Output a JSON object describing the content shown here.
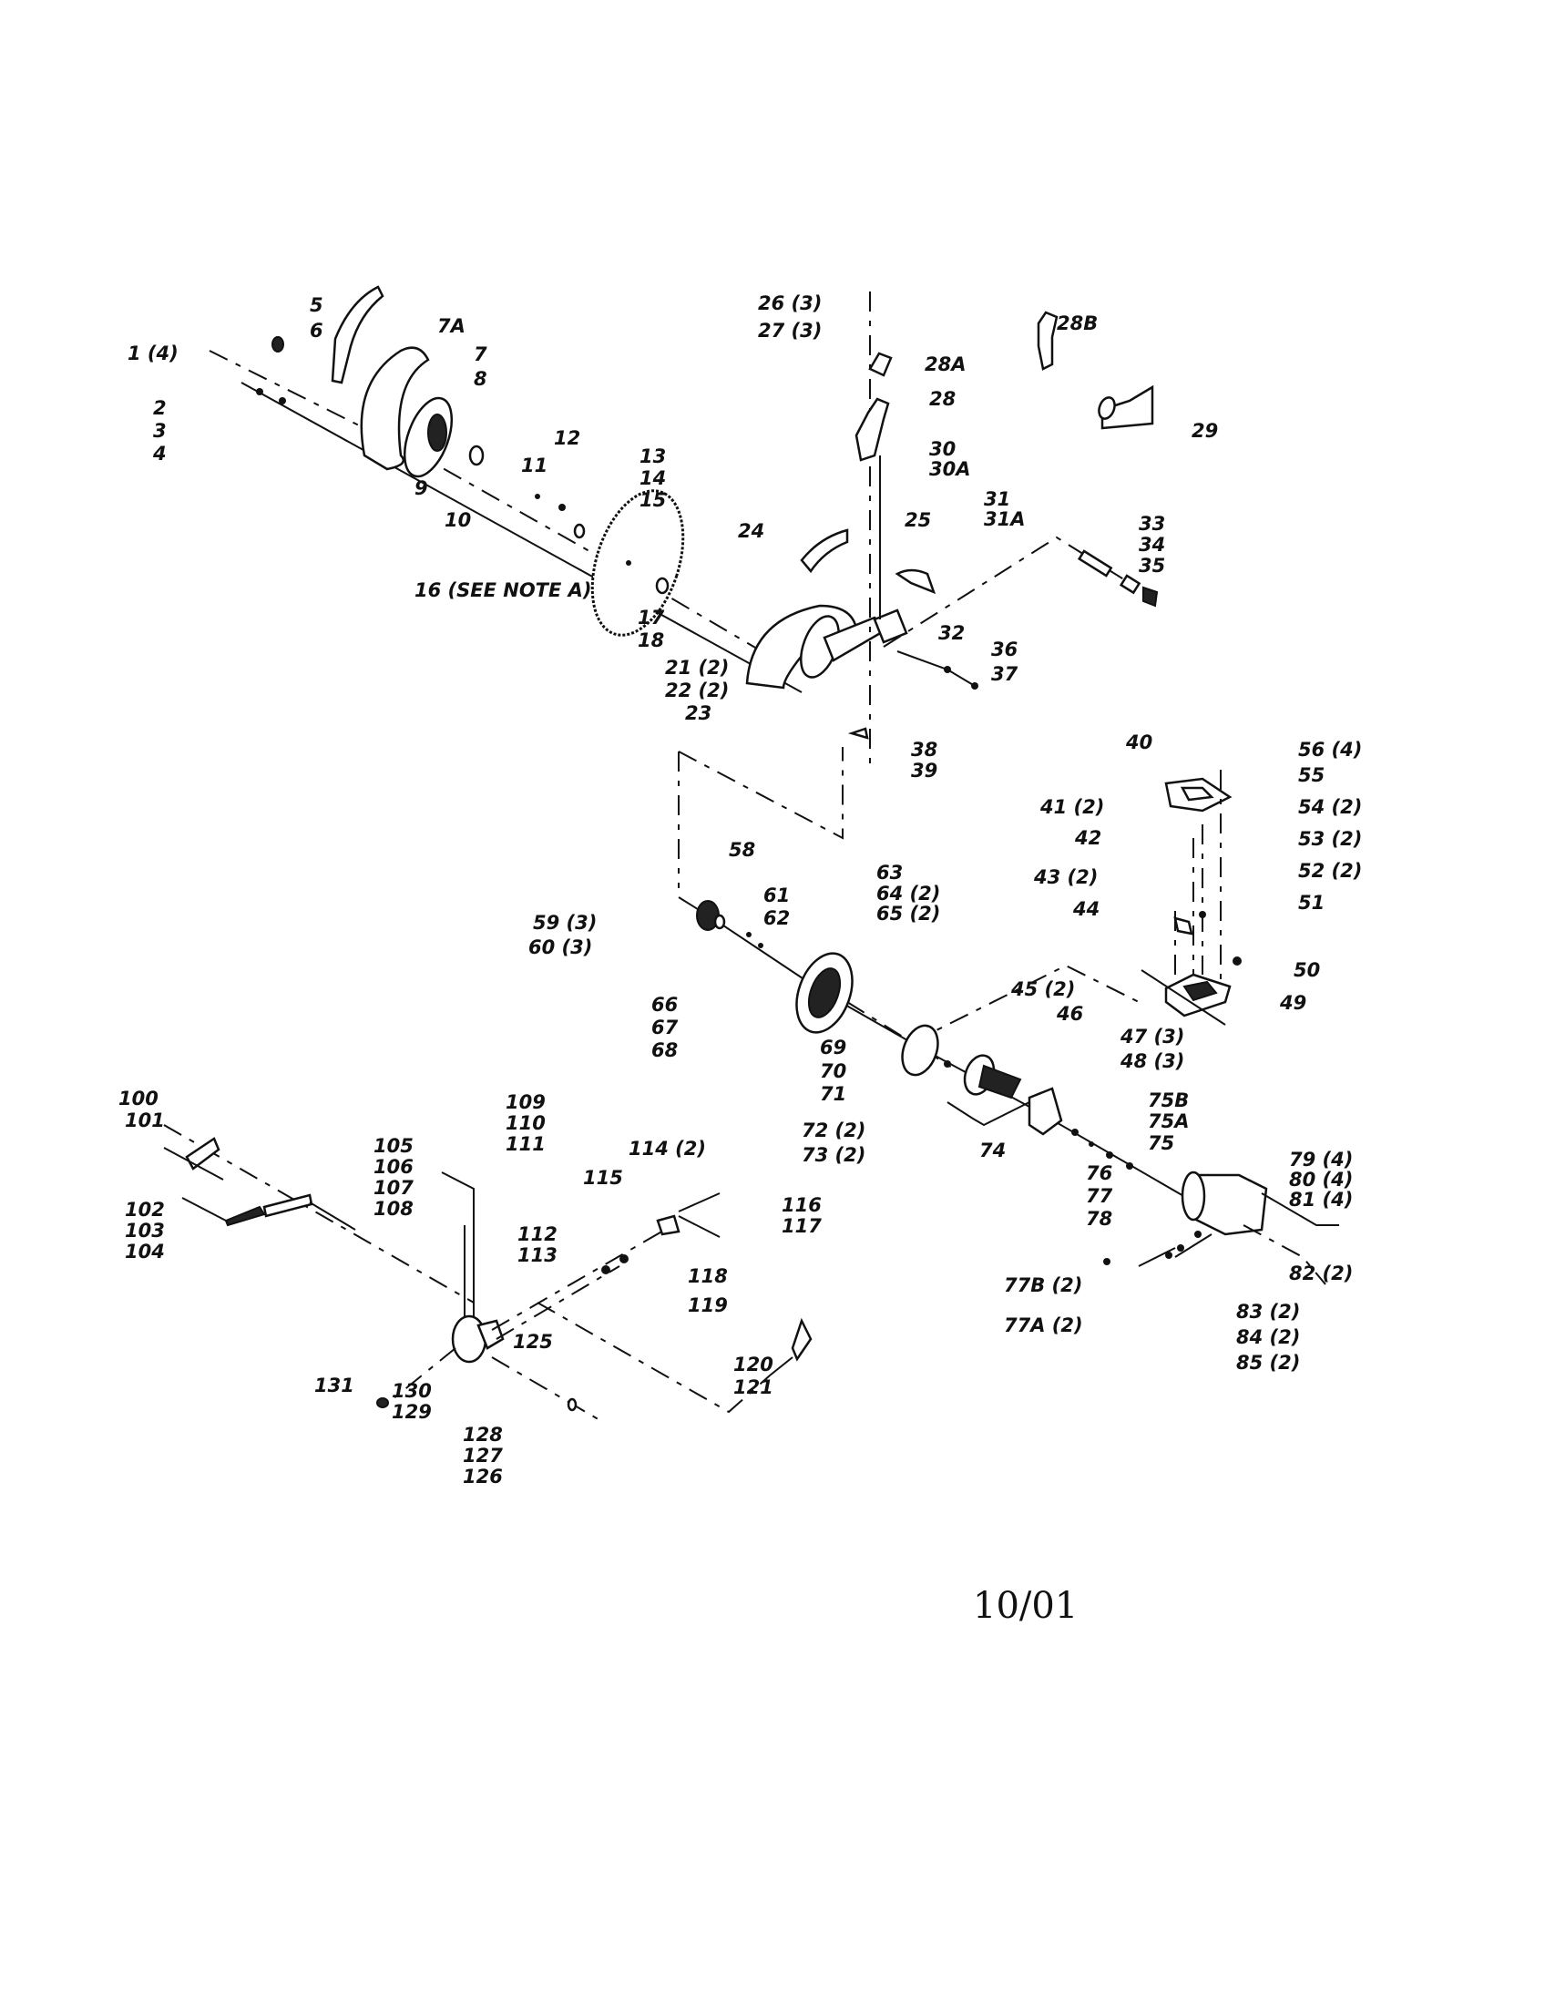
{
  "document": {
    "type": "exploded parts diagram",
    "date_code": "10/01"
  },
  "labels": {
    "l1": "1 (4)",
    "l2": "2",
    "l3": "3",
    "l4": "4",
    "l5": "5",
    "l6": "6",
    "l7A": "7A",
    "l7": "7",
    "l8": "8",
    "l9": "9",
    "l10": "10",
    "l11": "11",
    "l12": "12",
    "l13": "13",
    "l14": "14",
    "l15": "15",
    "l16": "16 (SEE NOTE A)",
    "l17": "17",
    "l18": "18",
    "l21": "21 (2)",
    "l22": "22 (2)",
    "l23": "23",
    "l24": "24",
    "l25": "25",
    "l26": "26 (3)",
    "l27": "27 (3)",
    "l28A": "28A",
    "l28": "28",
    "l28B": "28B",
    "l29": "29",
    "l30": "30",
    "l30A": "30A",
    "l31": "31",
    "l31A": "31A",
    "l32": "32",
    "l33": "33",
    "l34": "34",
    "l35": "35",
    "l36": "36",
    "l37": "37",
    "l38": "38",
    "l39": "39",
    "l40": "40",
    "l41": "41 (2)",
    "l42": "42",
    "l43": "43 (2)",
    "l44": "44",
    "l45": "45 (2)",
    "l46": "46",
    "l47": "47 (3)",
    "l48": "48 (3)",
    "l49": "49",
    "l50": "50",
    "l51": "51",
    "l52": "52 (2)",
    "l53": "53 (2)",
    "l54": "54 (2)",
    "l55": "55",
    "l56": "56 (4)",
    "l58": "58",
    "l59": "59 (3)",
    "l60": "60 (3)",
    "l61": "61",
    "l62": "62",
    "l63": "63",
    "l64": "64 (2)",
    "l65": "65 (2)",
    "l66": "66",
    "l67": "67",
    "l68": "68",
    "l69": "69",
    "l70": "70",
    "l71": "71",
    "l72": "72 (2)",
    "l73": "73 (2)",
    "l74": "74",
    "l75B": "75B",
    "l75A": "75A",
    "l75": "75",
    "l76": "76",
    "l77": "77",
    "l78": "78",
    "l77B": "77B (2)",
    "l77A": "77A (2)",
    "l79": "79 (4)",
    "l80": "80 (4)",
    "l81": "81 (4)",
    "l82": "82 (2)",
    "l83": "83 (2)",
    "l84": "84 (2)",
    "l85": "85 (2)",
    "l100": "100",
    "l101": "101",
    "l102": "102",
    "l103": "103",
    "l104": "104",
    "l105": "105",
    "l106": "106",
    "l107": "107",
    "l108": "108",
    "l109": "109",
    "l110": "110",
    "l111": "111",
    "l112": "112",
    "l113": "113",
    "l114": "114 (2)",
    "l115": "115",
    "l116": "116",
    "l117": "117",
    "l118": "118",
    "l119": "119",
    "l120": "120",
    "l121": "121",
    "l125": "125",
    "l126": "126",
    "l127": "127",
    "l128": "128",
    "l129": "129",
    "l130": "130",
    "l131": "131"
  }
}
